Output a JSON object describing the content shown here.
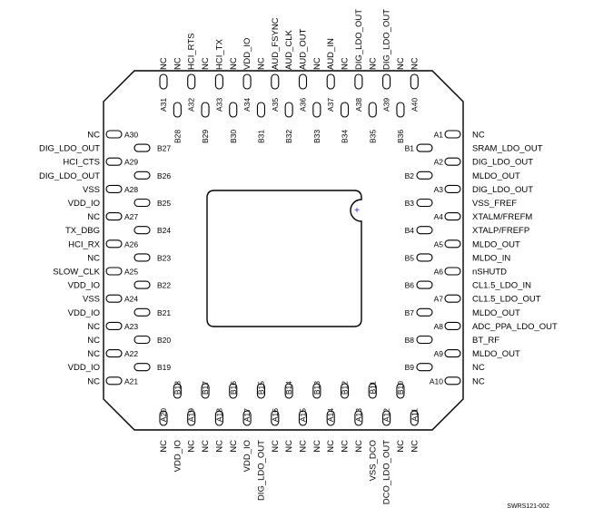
{
  "footer_code": "SWRS121-002",
  "pin1_marker": "+",
  "top": [
    {
      "id": "A31",
      "label": "NC",
      "row": "A"
    },
    {
      "id": "A32",
      "label": "HCI_RTS",
      "row": "A"
    },
    {
      "id": "A33",
      "label": "HCI_TX",
      "row": "A"
    },
    {
      "id": "A34",
      "label": "VDD_IO",
      "row": "A"
    },
    {
      "id": "A35",
      "label": "AUD_FSYNC",
      "row": "A"
    },
    {
      "id": "A36",
      "label": "AUD_OUT",
      "row": "A"
    },
    {
      "id": "A37",
      "label": "AUD_IN",
      "row": "A"
    },
    {
      "id": "A38",
      "label": "DIG_LDO_OUT",
      "row": "A"
    },
    {
      "id": "A39",
      "label": "DIG_LDO_OUT",
      "row": "A"
    },
    {
      "id": "A40",
      "label": "NC",
      "row": "A"
    },
    {
      "id": "B28",
      "label": "NC",
      "row": "B"
    },
    {
      "id": "B29",
      "label": "NC",
      "row": "B"
    },
    {
      "id": "B30",
      "label": "NC",
      "row": "B"
    },
    {
      "id": "B31",
      "label": "NC",
      "row": "B"
    },
    {
      "id": "B32",
      "label": "AUD_CLK",
      "row": "B"
    },
    {
      "id": "B33",
      "label": "NC",
      "row": "B"
    },
    {
      "id": "B34",
      "label": "NC",
      "row": "B"
    },
    {
      "id": "B35",
      "label": "NC",
      "row": "B"
    },
    {
      "id": "B36",
      "label": "NC",
      "row": "B"
    }
  ],
  "bottom": [
    {
      "id": "A20",
      "label": "NC",
      "row": "A"
    },
    {
      "id": "A19",
      "label": "NC",
      "row": "A"
    },
    {
      "id": "A18",
      "label": "NC",
      "row": "A"
    },
    {
      "id": "A17",
      "label": "VDD_IO",
      "row": "A"
    },
    {
      "id": "A16",
      "label": "NC",
      "row": "A"
    },
    {
      "id": "A15",
      "label": "NC",
      "row": "A"
    },
    {
      "id": "A14",
      "label": "NC",
      "row": "A"
    },
    {
      "id": "A13",
      "label": "NC",
      "row": "A"
    },
    {
      "id": "A12",
      "label": "DCO_LDO_OUT",
      "row": "A"
    },
    {
      "id": "A11",
      "label": "NC",
      "row": "A"
    },
    {
      "id": "B18",
      "label": "VDD_IO",
      "row": "B"
    },
    {
      "id": "B17",
      "label": "NC",
      "row": "B"
    },
    {
      "id": "B16",
      "label": "NC",
      "row": "B"
    },
    {
      "id": "B15",
      "label": "DIG_LDO_OUT",
      "row": "B"
    },
    {
      "id": "B14",
      "label": "NC",
      "row": "B"
    },
    {
      "id": "B13",
      "label": "NC",
      "row": "B"
    },
    {
      "id": "B12",
      "label": "NC",
      "row": "B"
    },
    {
      "id": "B11",
      "label": "VSS_DCO",
      "row": "B"
    },
    {
      "id": "B10",
      "label": "NC",
      "row": "B"
    }
  ],
  "left": [
    {
      "id": "A30",
      "label": "NC",
      "row": "A"
    },
    {
      "id": "B27",
      "label": "DIG_LDO_OUT",
      "row": "B"
    },
    {
      "id": "A29",
      "label": "HCI_CTS",
      "row": "A"
    },
    {
      "id": "B26",
      "label": "DIG_LDO_OUT",
      "row": "B"
    },
    {
      "id": "A28",
      "label": "VSS",
      "row": "A"
    },
    {
      "id": "B25",
      "label": "VDD_IO",
      "row": "B"
    },
    {
      "id": "A27",
      "label": "NC",
      "row": "A"
    },
    {
      "id": "B24",
      "label": "TX_DBG",
      "row": "B"
    },
    {
      "id": "A26",
      "label": "HCI_RX",
      "row": "A"
    },
    {
      "id": "B23",
      "label": "NC",
      "row": "B"
    },
    {
      "id": "A25",
      "label": "SLOW_CLK",
      "row": "A"
    },
    {
      "id": "B22",
      "label": "VDD_IO",
      "row": "B"
    },
    {
      "id": "A24",
      "label": "VSS",
      "row": "A"
    },
    {
      "id": "B21",
      "label": "VDD_IO",
      "row": "B"
    },
    {
      "id": "A23",
      "label": "NC",
      "row": "A"
    },
    {
      "id": "B20",
      "label": "NC",
      "row": "B"
    },
    {
      "id": "A22",
      "label": "NC",
      "row": "A"
    },
    {
      "id": "B19",
      "label": "VDD_IO",
      "row": "B"
    },
    {
      "id": "A21",
      "label": "NC",
      "row": "A"
    }
  ],
  "right": [
    {
      "id": "A1",
      "label": "NC",
      "row": "A"
    },
    {
      "id": "B1",
      "label": "SRAM_LDO_OUT",
      "row": "B"
    },
    {
      "id": "A2",
      "label": "DIG_LDO_OUT",
      "row": "A"
    },
    {
      "id": "B2",
      "label": "MLDO_OUT",
      "row": "B"
    },
    {
      "id": "A3",
      "label": "DIG_LDO_OUT",
      "row": "A"
    },
    {
      "id": "B3",
      "label": "VSS_FREF",
      "row": "B"
    },
    {
      "id": "A4",
      "label": "XTALM/FREFM",
      "row": "A"
    },
    {
      "id": "B4",
      "label": "XTALP/FREFP",
      "row": "B"
    },
    {
      "id": "A5",
      "label": "MLDO_OUT",
      "row": "A"
    },
    {
      "id": "B5",
      "label": "MLDO_IN",
      "row": "B"
    },
    {
      "id": "A6",
      "label": "nSHUTD",
      "row": "A"
    },
    {
      "id": "B6",
      "label": "CL1.5_LDO_IN",
      "row": "B"
    },
    {
      "id": "A7",
      "label": "CL1.5_LDO_OUT",
      "row": "A"
    },
    {
      "id": "B7",
      "label": "MLDO_OUT",
      "row": "B"
    },
    {
      "id": "A8",
      "label": "ADC_PPA_LDO_OUT",
      "row": "A"
    },
    {
      "id": "B8",
      "label": "BT_RF",
      "row": "B"
    },
    {
      "id": "A9",
      "label": "MLDO_OUT",
      "row": "A"
    },
    {
      "id": "B9",
      "label": "NC",
      "row": "B"
    },
    {
      "id": "A10",
      "label": "NC",
      "row": "A"
    }
  ]
}
